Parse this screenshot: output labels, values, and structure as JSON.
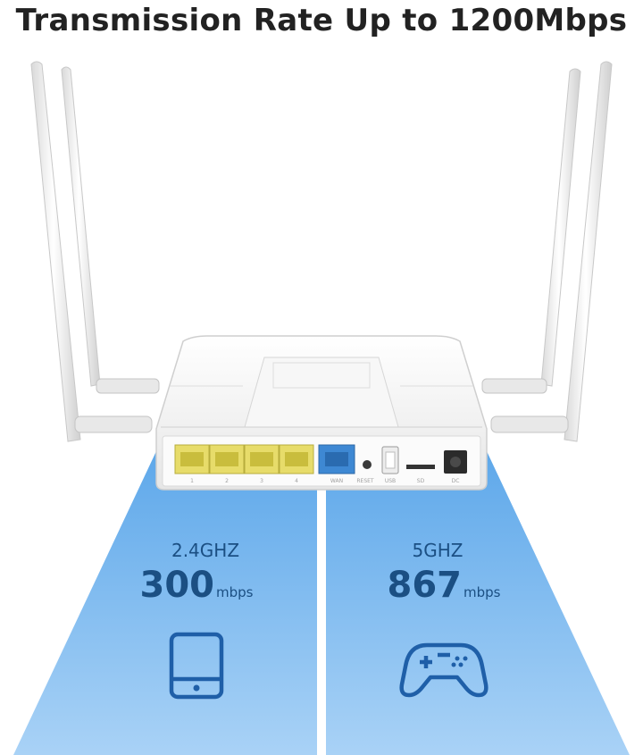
{
  "headline": "Transmission Rate Up to 1200Mbps",
  "bands": [
    {
      "label": "2.4GHZ",
      "rate": "300",
      "unit": "mbps",
      "icon": "smartphone-icon"
    },
    {
      "label": "5GHZ",
      "rate": "867",
      "unit": "mbps",
      "icon": "gamepad-icon"
    }
  ],
  "router_ports": [
    "1",
    "2",
    "3",
    "4",
    "WAN",
    "RESET",
    "USB",
    "SD",
    "DC"
  ],
  "colors": {
    "band_fill_top": "#5ea8ea",
    "band_fill_bottom": "#a9d2f6",
    "band_text": "#1b4f83",
    "lan_port": "#e7dc6a",
    "wan_port": "#3e88d3",
    "router_body": "#f4f4f4",
    "headline_text": "#222222"
  }
}
